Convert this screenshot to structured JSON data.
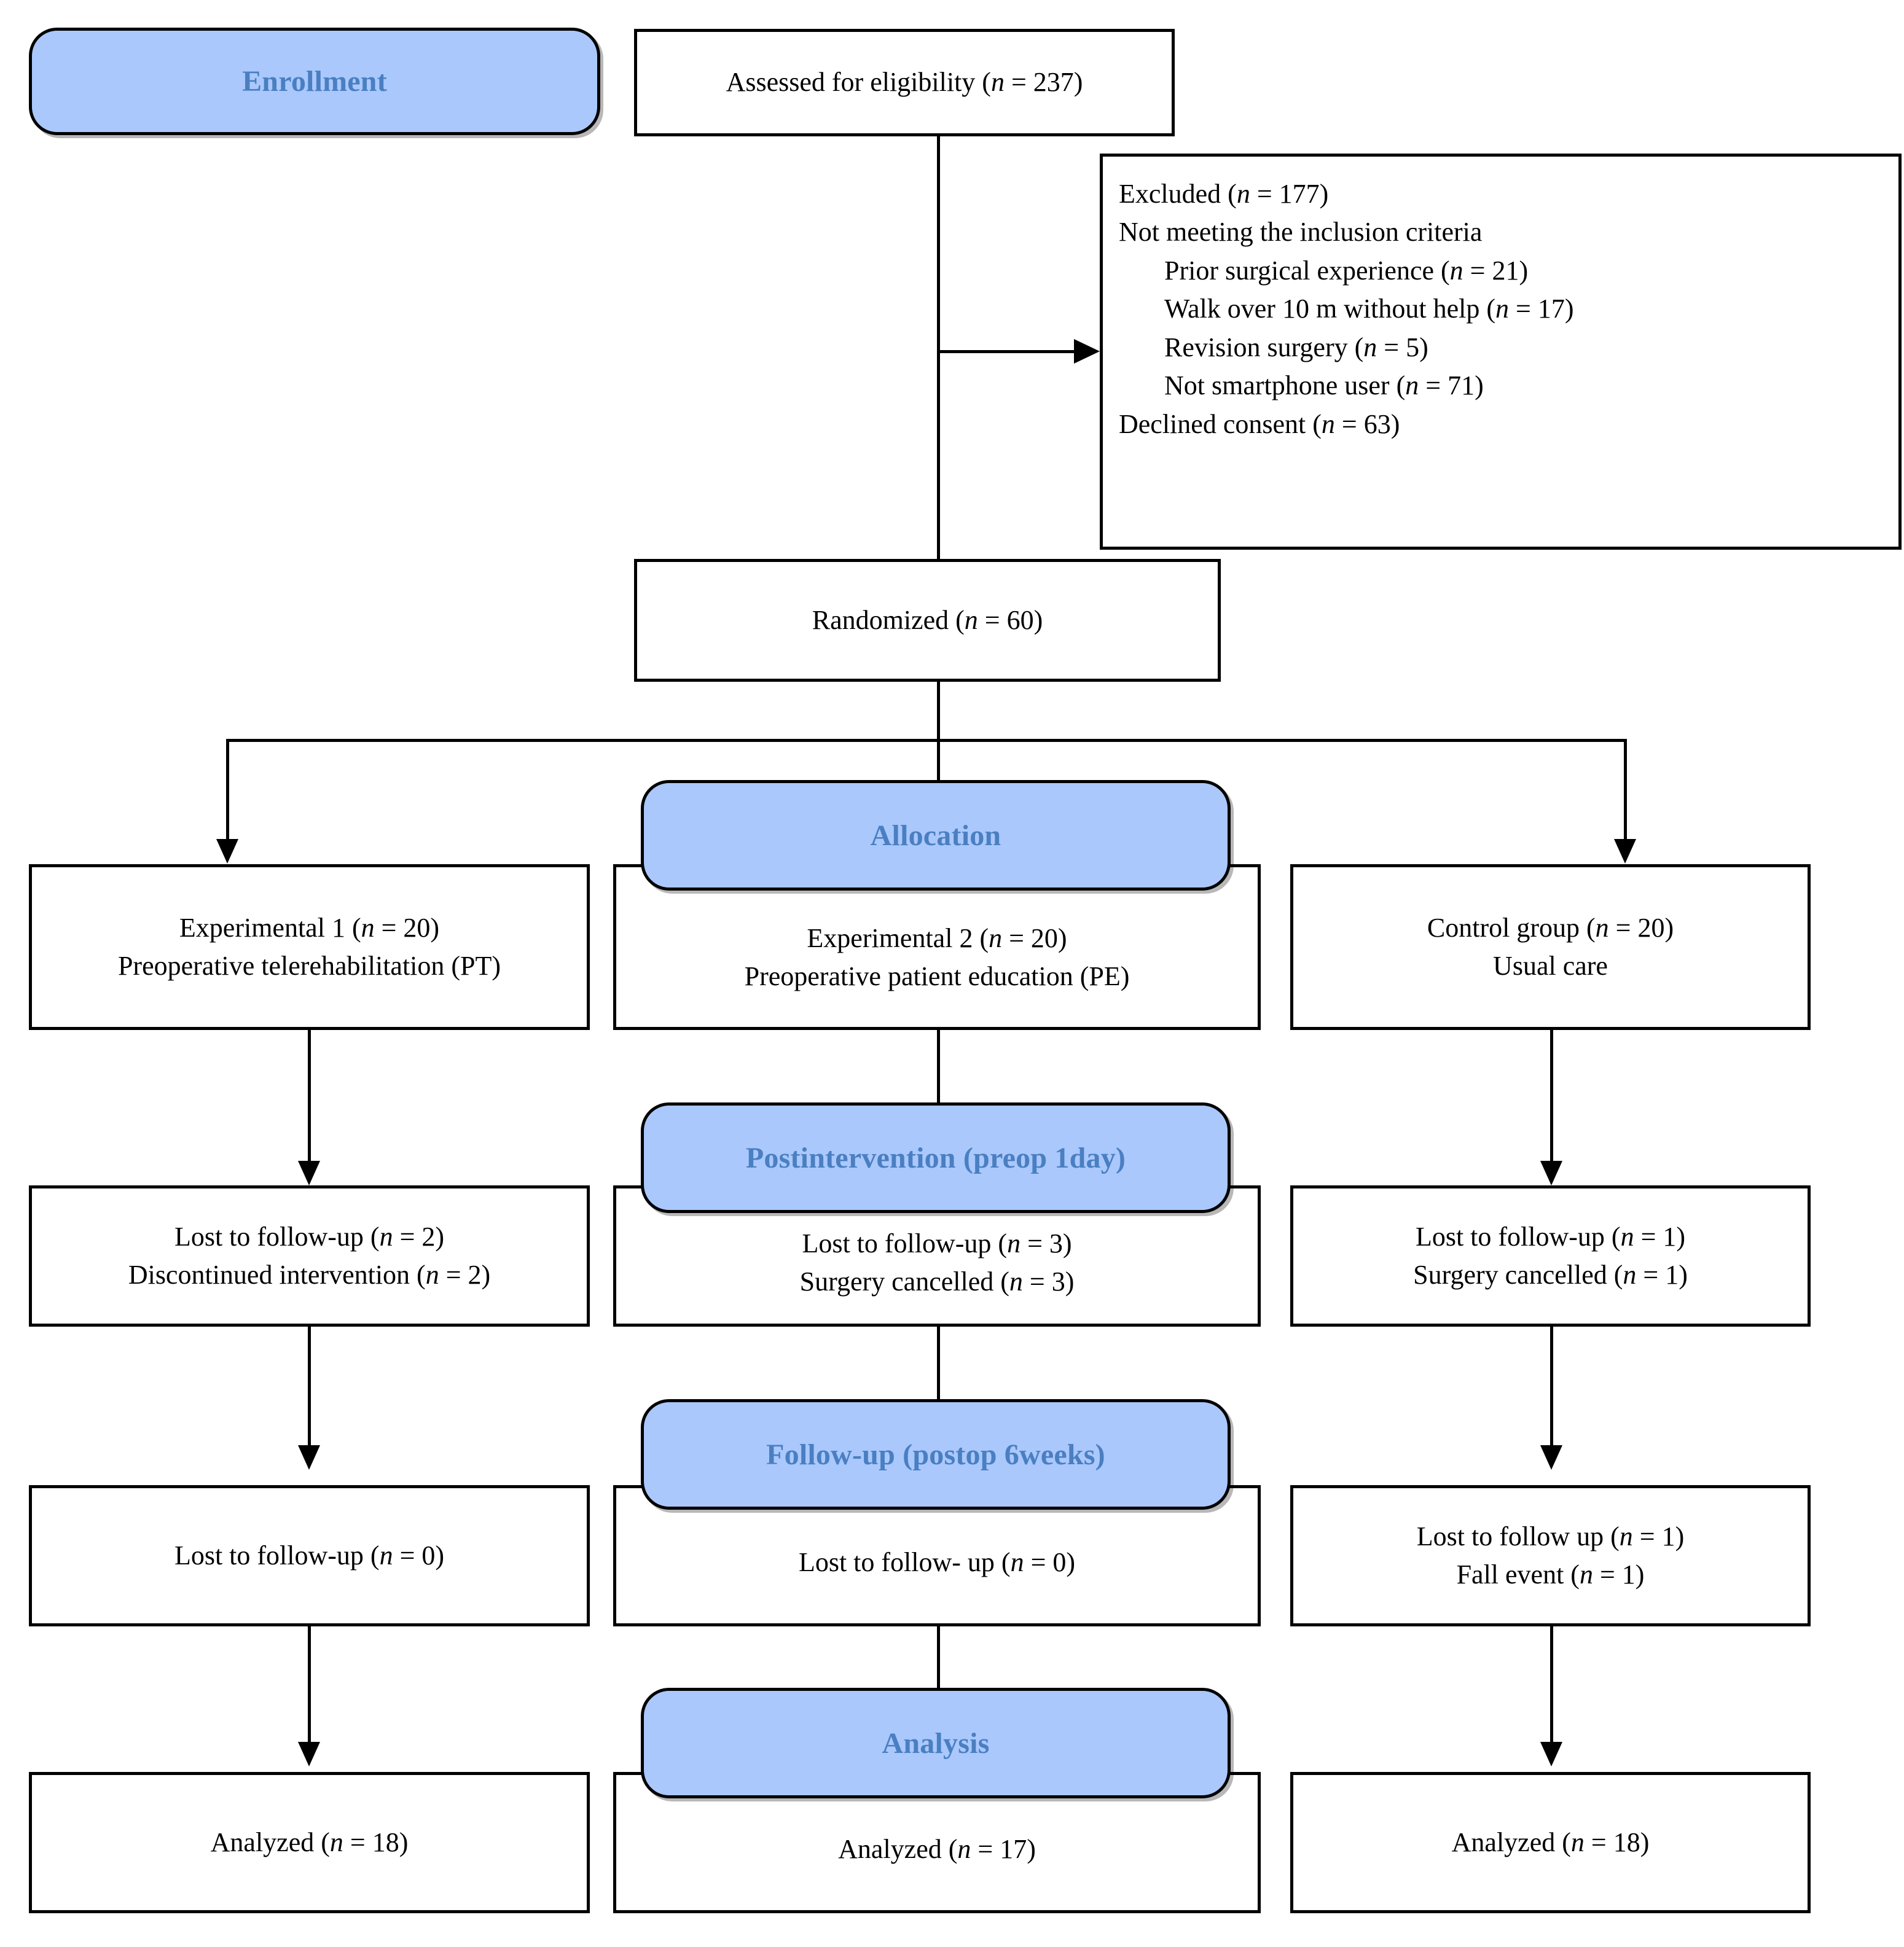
{
  "diagram": {
    "type": "consort-flow-diagram",
    "title": "CONSORT participant flow diagram",
    "accent_blue_fill": "#aac8fc",
    "accent_blue_text": "#4a7fc1",
    "line_color": "#000000",
    "background": "#ffffff"
  },
  "stages": {
    "enrollment": "Enrollment",
    "allocation": "Allocation",
    "postintervention": "Postintervention (preop 1day)",
    "followup": "Follow-up (postop 6weeks)",
    "analysis": "Analysis"
  },
  "enrollment": {
    "assessed": {
      "line1": "Assessed for eligibility (n = 237)"
    },
    "excluded": {
      "line1": "Excluded (n = 177)",
      "line2": "Not meeting the inclusion criteria",
      "line3": "Prior surgical experience (n = 21)",
      "line4": "Walk over 10 m without help (n = 17)",
      "line5": "Revision surgery (n = 5)",
      "line6": "Not smartphone user (n = 71)",
      "line7": "Declined consent (n = 63)"
    },
    "randomized": {
      "line1": "Randomized (n = 60)"
    }
  },
  "allocation_row": {
    "left": {
      "line1": "Experimental 1 (n = 20)",
      "line2": "Preoperative telerehabilitation (PT)"
    },
    "middle": {
      "line1": "Experimental 2 (n = 20)",
      "line2": "Preoperative patient education (PE)"
    },
    "right": {
      "line1": "Control group (n = 20)",
      "line2": "Usual care"
    }
  },
  "postintervention_row": {
    "left": {
      "line1": "Lost to follow-up (n = 2)",
      "line2": "Discontinued intervention (n = 2)"
    },
    "middle": {
      "line1": "Lost to follow-up (n = 3)",
      "line2": "Surgery cancelled (n = 3)"
    },
    "right": {
      "line1": "Lost to follow-up (n = 1)",
      "line2": "Surgery cancelled (n = 1)"
    }
  },
  "followup_row": {
    "left": {
      "line1": "Lost to follow-up (n = 0)"
    },
    "middle": {
      "line1": "Lost to follow- up (n = 0)"
    },
    "right": {
      "line1": "Lost to follow up (n = 1)",
      "line2": "Fall event (n = 1)"
    }
  },
  "analysis_row": {
    "left": {
      "line1": "Analyzed (n = 18)"
    },
    "middle": {
      "line1": "Analyzed (n = 17)"
    },
    "right": {
      "line1": "Analyzed (n = 18)"
    }
  }
}
